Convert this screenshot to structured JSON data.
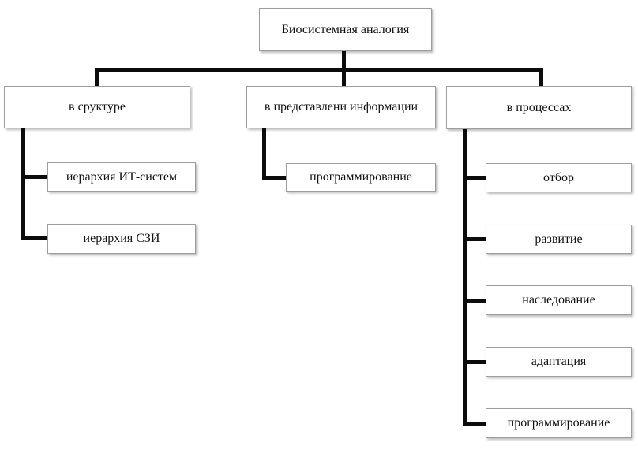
{
  "diagram": {
    "type": "hierarchy-tree",
    "root": {
      "label": "Биосистемная аналогия"
    },
    "branches": [
      {
        "label": "в сруктуре",
        "children": [
          "иерархия ИТ-систем",
          "иерархия СЗИ"
        ]
      },
      {
        "label": "в представлени информации",
        "children": [
          "программирование"
        ]
      },
      {
        "label": "в процессах",
        "children": [
          "отбор",
          "развитие",
          "наследование",
          "адаптация",
          "программирование"
        ]
      }
    ],
    "colors": {
      "connector": "#0c0c0c",
      "box_border": "#9e9e9e",
      "box_background": "#ffffff",
      "text": "#111111"
    }
  }
}
